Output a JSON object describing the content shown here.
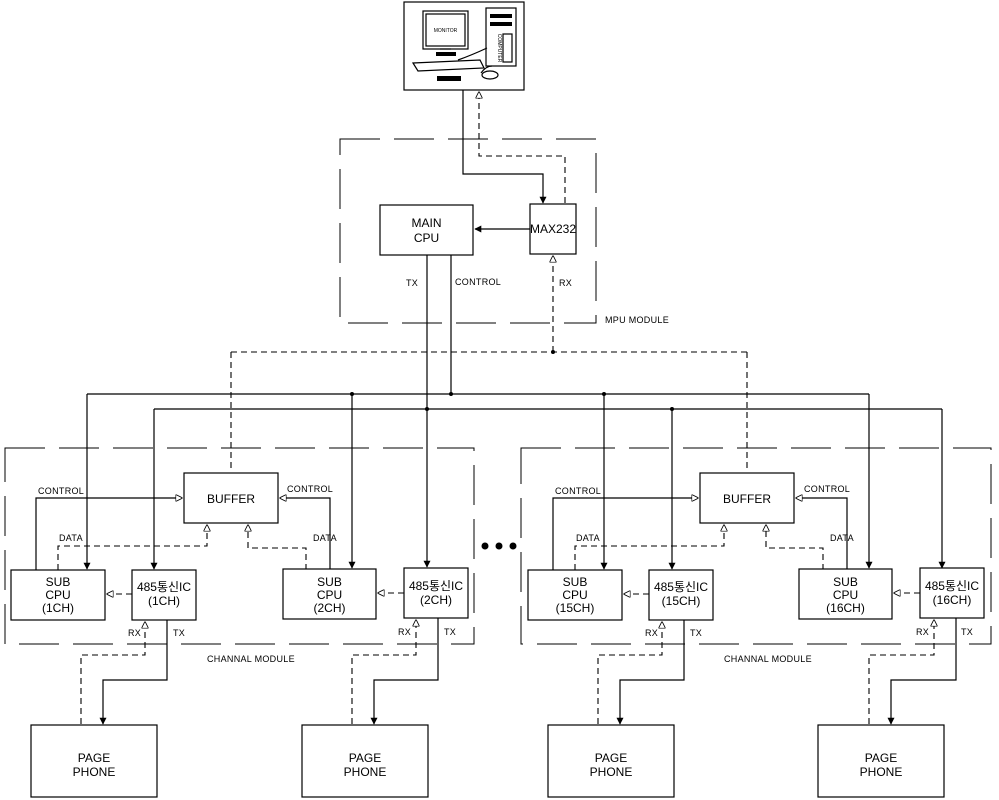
{
  "pc": {
    "monitor_label": "MONITOR",
    "computer_label": "COMPUTER"
  },
  "mpu": {
    "label": "MPU MODULE",
    "main_cpu": [
      "MAIN",
      "CPU"
    ],
    "max232": "MAX232",
    "tx": "TX",
    "control": "CONTROL",
    "rx": "RX"
  },
  "channel_label": "CHANNAL MODULE",
  "buffer_label": "BUFFER",
  "control_label": "CONTROL",
  "data_label": "DATA",
  "rx_label": "RX",
  "tx_label": "TX",
  "sub_cpu": [
    [
      "SUB",
      "CPU",
      "(1CH)"
    ],
    [
      "SUB",
      "CPU",
      "(2CH)"
    ],
    [
      "SUB",
      "CPU",
      "(15CH)"
    ],
    [
      "SUB",
      "CPU",
      "(16CH)"
    ]
  ],
  "ic": [
    [
      "485통신IC",
      "(1CH)"
    ],
    [
      "485통신IC",
      "(2CH)"
    ],
    [
      "485통신IC",
      "(15CH)"
    ],
    [
      "485통신IC",
      "(16CH)"
    ]
  ],
  "page_phone": [
    [
      "PAGE",
      "PHONE"
    ],
    [
      "PAGE",
      "PHONE"
    ],
    [
      "PAGE",
      "PHONE"
    ],
    [
      "PAGE",
      "PHONE"
    ]
  ]
}
